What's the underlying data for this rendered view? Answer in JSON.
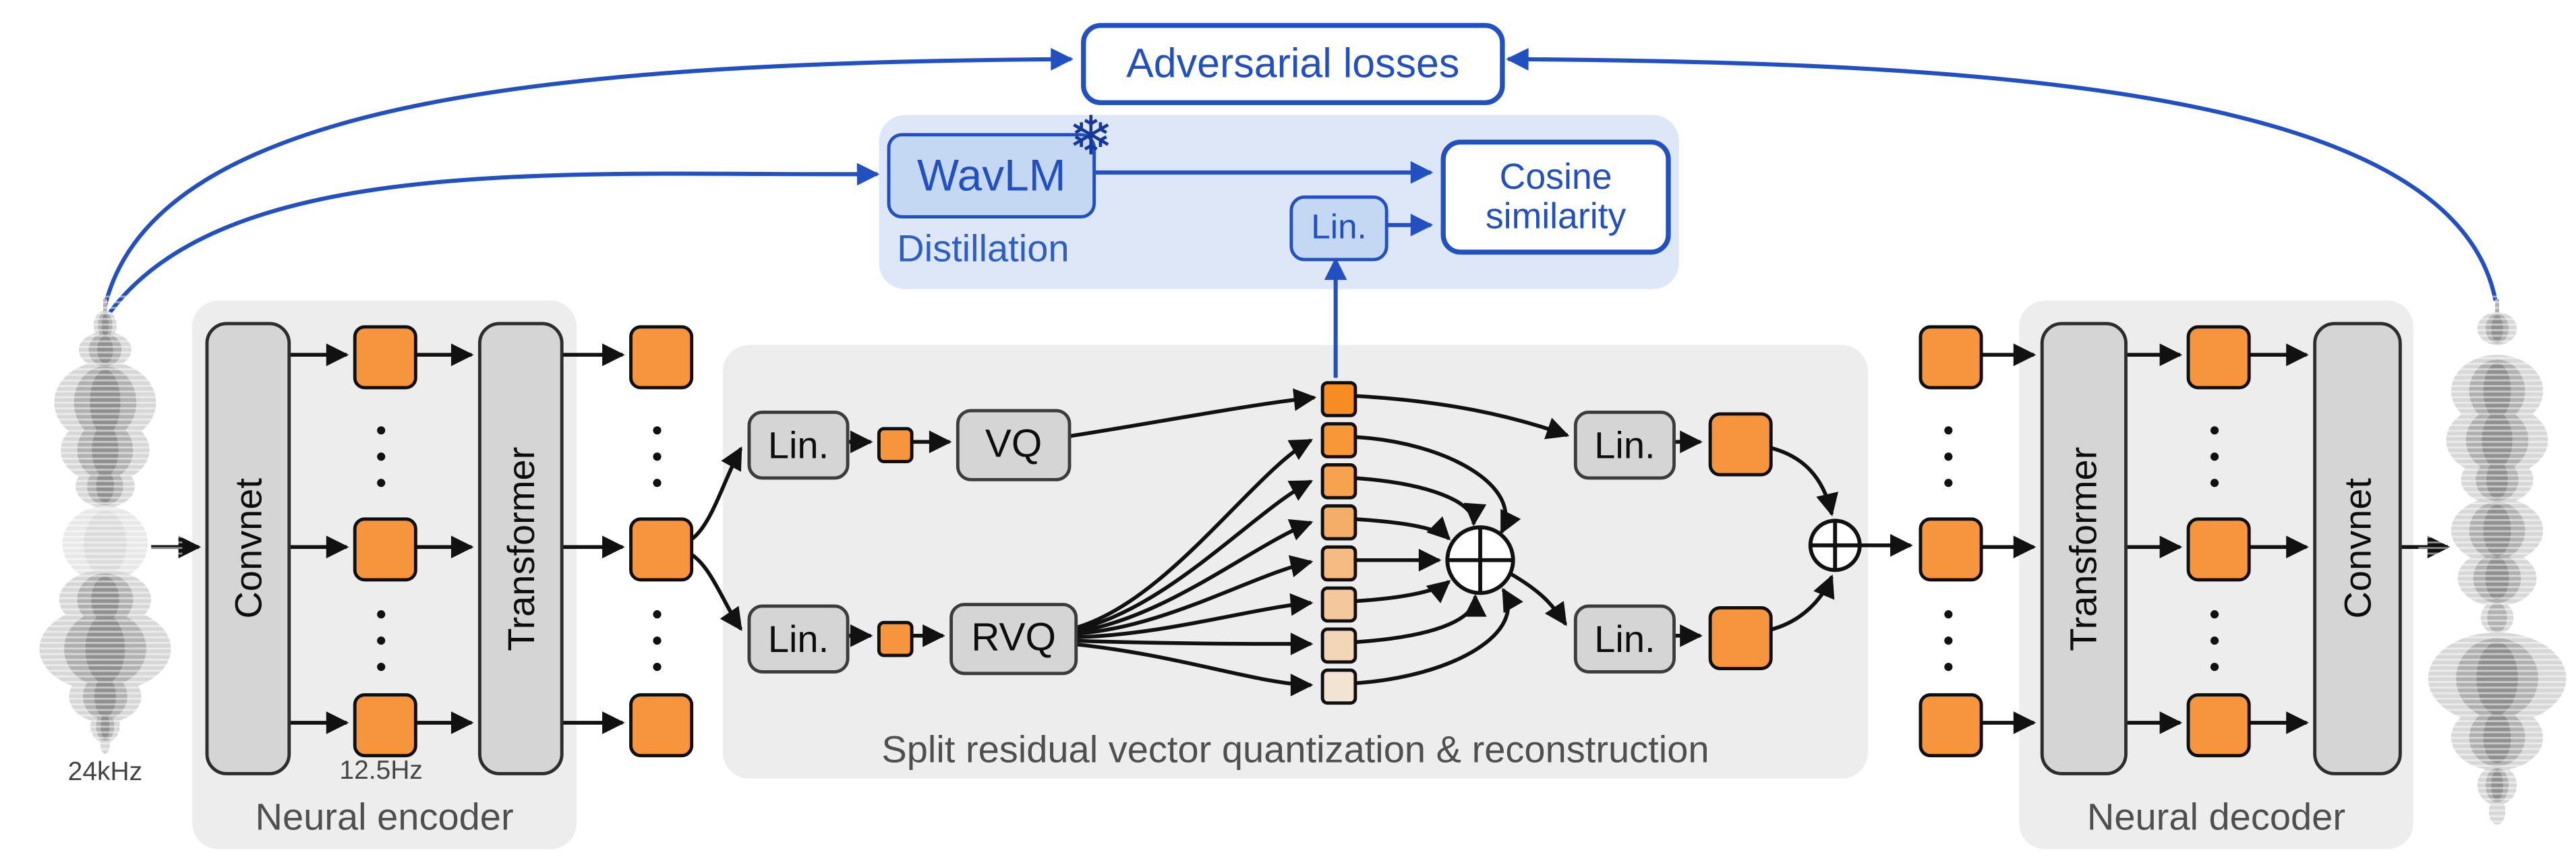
{
  "colors": {
    "blue": "#2250c0",
    "blue_fill": "#c5d8f3",
    "blue_region": "#dde7f7",
    "snowflake_blue": "#16389b",
    "orange": "#f7943e",
    "gray_region": "#ededed",
    "gray_box": "#d5d5d5",
    "caption_gray": "#4f4f4f",
    "stack_gradient": [
      "#f78c22",
      "#f79737",
      "#f6a24f",
      "#f5ae68",
      "#f5bb82",
      "#f4c89c",
      "#f3d6b7",
      "#f2e3d2"
    ]
  },
  "losses": {
    "adversarial_label": "Adversarial losses"
  },
  "distillation": {
    "region_label": "Distillation",
    "wavlm_label": "WavLM",
    "linear_label": "Lin.",
    "cosine_label_line1": "Cosine",
    "cosine_label_line2": "similarity",
    "snowflake_icon": "❄"
  },
  "encoder": {
    "region_label": "Neural encoder",
    "convnet_label": "Convnet",
    "transformer_label": "Transformer",
    "input_rate_label": "24kHz",
    "token_rate_label": "12.5Hz"
  },
  "quantizer": {
    "region_label": "Split residual vector quantization & reconstruction",
    "linear_label": "Lin.",
    "vq_label": "VQ",
    "rvq_label": "RVQ"
  },
  "decoder": {
    "region_label": "Neural decoder",
    "transformer_label": "Transformer",
    "convnet_label": "Convnet"
  }
}
